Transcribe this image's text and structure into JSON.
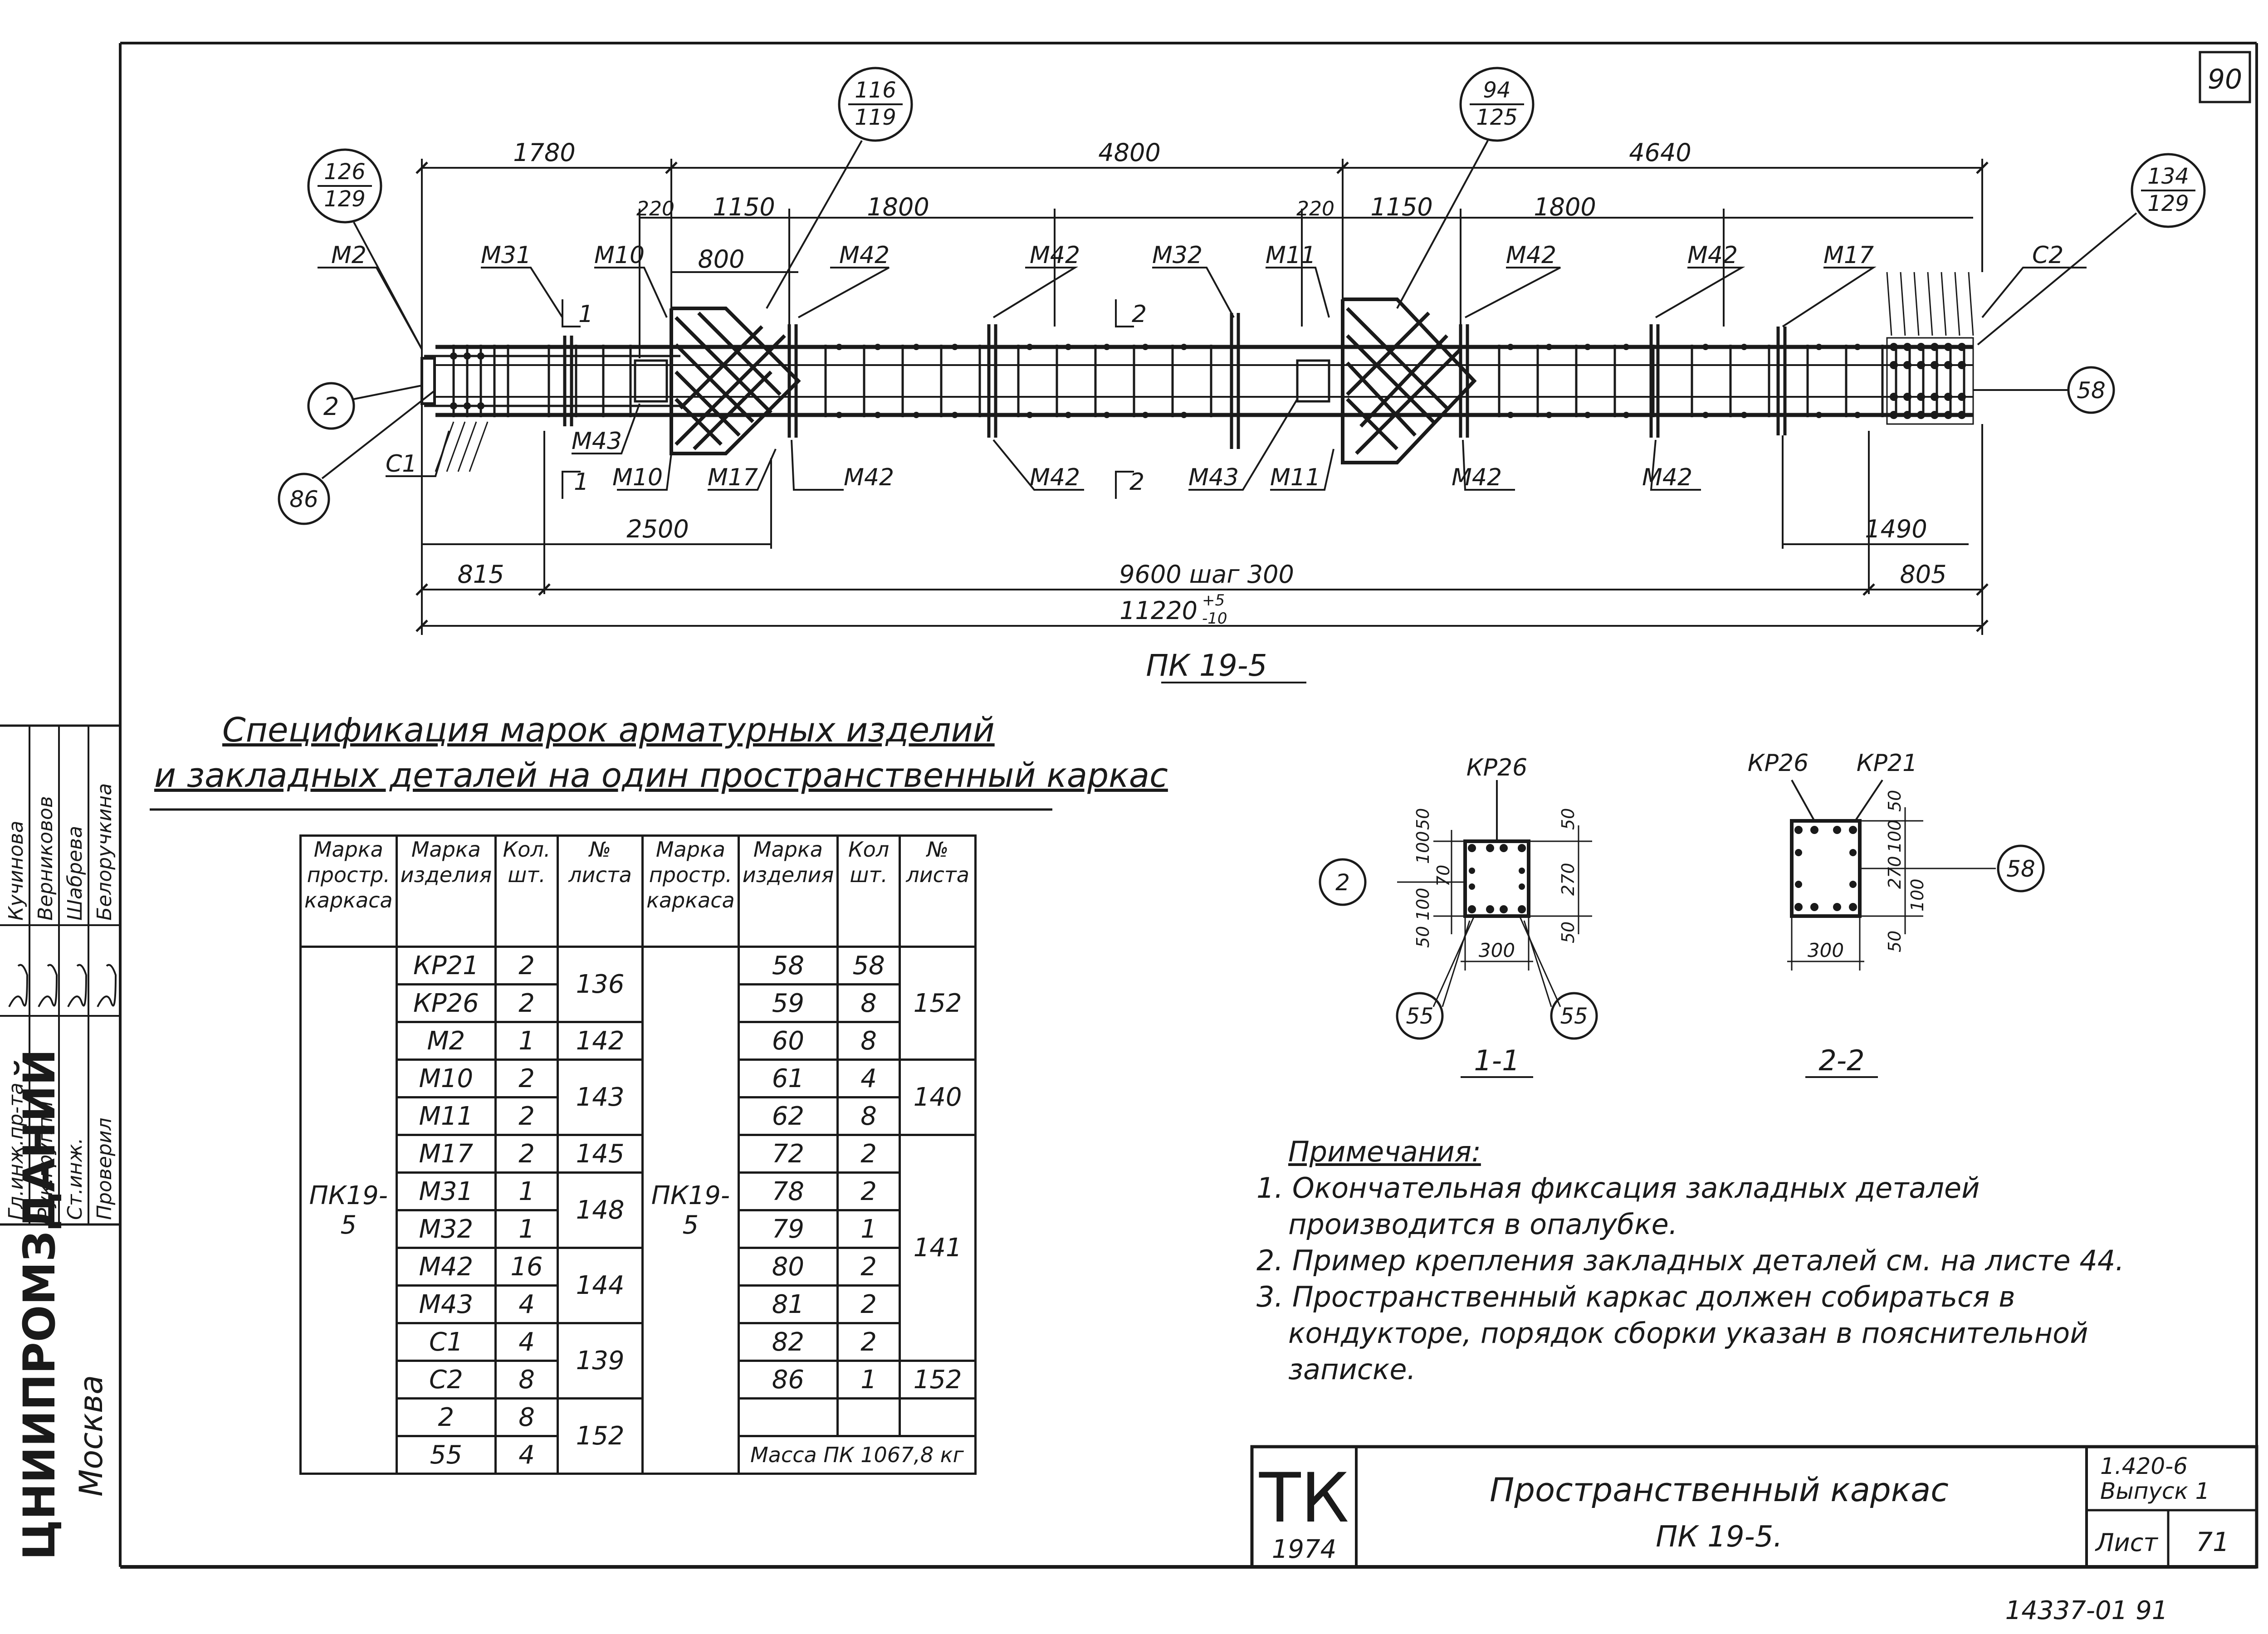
{
  "sheet": {
    "corner_number": "90",
    "bottom_number": "14337-01  91"
  },
  "main_view": {
    "caption": "ПК 19-5",
    "dims_top": [
      "1780",
      "4800",
      "4640"
    ],
    "dims_second": [
      "220",
      "1150",
      "1800",
      "220",
      "1150",
      "1800"
    ],
    "dim_800": "800",
    "dims_bottom": [
      "2500",
      "815",
      "9600 шаг 300",
      "805",
      "1490"
    ],
    "overall_length": "11220",
    "overall_tol_plus": "+5",
    "overall_tol_minus": "-10",
    "bubbles": [
      {
        "top": "126",
        "bottom": "129"
      },
      {
        "top": "116",
        "bottom": "119"
      },
      {
        "top": "94",
        "bottom": "125"
      },
      {
        "top": "134",
        "bottom": "129"
      }
    ],
    "plain_bubbles": [
      "2",
      "86",
      "58"
    ],
    "labels_top": [
      "М2",
      "М31",
      "М10",
      "М42",
      "М42",
      "М32",
      "М11",
      "М42",
      "М42",
      "М17",
      "С2"
    ],
    "labels_bottom": [
      "С1",
      "М43",
      "М10",
      "М17",
      "М42",
      "М42",
      "М43",
      "М11",
      "М42",
      "М42"
    ],
    "section_marks": [
      "1",
      "1",
      "2",
      "2"
    ]
  },
  "sections": [
    {
      "caption": "1-1",
      "kr_labels": [
        "КР26"
      ],
      "dims_left": [
        "50",
        "100",
        "70",
        "100",
        "50"
      ],
      "dims_right": [
        "50",
        "270",
        "50"
      ],
      "width": "300",
      "bubbles": [
        "2",
        "55",
        "55"
      ]
    },
    {
      "caption": "2-2",
      "kr_labels": [
        "КР26",
        "КР21"
      ],
      "dims_right": [
        "50",
        "100",
        "270",
        "100",
        "50"
      ],
      "width": "300",
      "bubbles": [
        "58"
      ]
    }
  ],
  "spec": {
    "title_line1": "Спецификация марок арматурных изделий",
    "title_line2": "и закладных деталей на один пространственный каркас",
    "headers": [
      "Марка простр. каркаса",
      "Марка изделия",
      "Кол. шт.",
      "№ листа",
      "Марка простр. каркаса",
      "Марка изделия",
      "Кол шт.",
      "№ листа"
    ],
    "frame_mark": "ПК19-5",
    "left_rows": [
      {
        "item": "КР21",
        "qty": "2"
      },
      {
        "item": "КР26",
        "qty": "2"
      },
      {
        "item": "М2",
        "qty": "1"
      },
      {
        "item": "М10",
        "qty": "2"
      },
      {
        "item": "М11",
        "qty": "2"
      },
      {
        "item": "М17",
        "qty": "2"
      },
      {
        "item": "М31",
        "qty": "1"
      },
      {
        "item": "М32",
        "qty": "1"
      },
      {
        "item": "М42",
        "qty": "16"
      },
      {
        "item": "М43",
        "qty": "4"
      },
      {
        "item": "С1",
        "qty": "4"
      },
      {
        "item": "С2",
        "qty": "8"
      },
      {
        "item": "2",
        "qty": "8"
      },
      {
        "item": "55",
        "qty": "4"
      }
    ],
    "left_sheets": [
      {
        "value": "136",
        "span": 2
      },
      {
        "value": "142",
        "span": 1
      },
      {
        "value": "143",
        "span": 2
      },
      {
        "value": "145",
        "span": 1
      },
      {
        "value": "148",
        "span": 2
      },
      {
        "value": "144",
        "span": 2
      },
      {
        "value": "139",
        "span": 2
      },
      {
        "value": "152",
        "span": 2
      }
    ],
    "right_rows": [
      {
        "item": "58",
        "qty": "58"
      },
      {
        "item": "59",
        "qty": "8"
      },
      {
        "item": "60",
        "qty": "8"
      },
      {
        "item": "61",
        "qty": "4"
      },
      {
        "item": "62",
        "qty": "8"
      },
      {
        "item": "72",
        "qty": "2"
      },
      {
        "item": "78",
        "qty": "2"
      },
      {
        "item": "79",
        "qty": "1"
      },
      {
        "item": "80",
        "qty": "2"
      },
      {
        "item": "81",
        "qty": "2"
      },
      {
        "item": "82",
        "qty": "2"
      },
      {
        "item": "86",
        "qty": "1"
      }
    ],
    "right_sheets": [
      {
        "value": "152",
        "span": 3
      },
      {
        "value": "140",
        "span": 2
      },
      {
        "value": "141",
        "span": 6
      },
      {
        "value": "152",
        "span": 1
      }
    ],
    "mass": "Масса ПК 1067,8 кг"
  },
  "notes": {
    "heading": "Примечания:",
    "items": [
      "1. Окончательная фиксация закладных деталей производится в опалубке.",
      "2. Пример крепления закладных деталей см. на листе 44.",
      "3. Пространственный каркас должен собираться в кондукторе, порядок сборки указан в пояснительной записке."
    ]
  },
  "title_block": {
    "code": "ТК",
    "year": "1974",
    "title": "Пространственный каркас",
    "subtitle": "ПК 19-5.",
    "series": "1.420-6",
    "issue": "Выпуск 1",
    "sheet_label": "Лист",
    "sheet_no": "71"
  },
  "side_stamp": {
    "org": "ЦНИИПРОМЗДАНИЙ",
    "city": "Москва",
    "roles": [
      "Гл.инж.пр-та",
      "Рук.группы",
      "Ст.инж.",
      "Проверил"
    ],
    "names": [
      "Кучинова",
      "Верниковов",
      "Шабрева",
      "Белоручкина"
    ],
    "signatures": [
      "подпись",
      "подпись",
      "подпись",
      "подпись"
    ]
  }
}
